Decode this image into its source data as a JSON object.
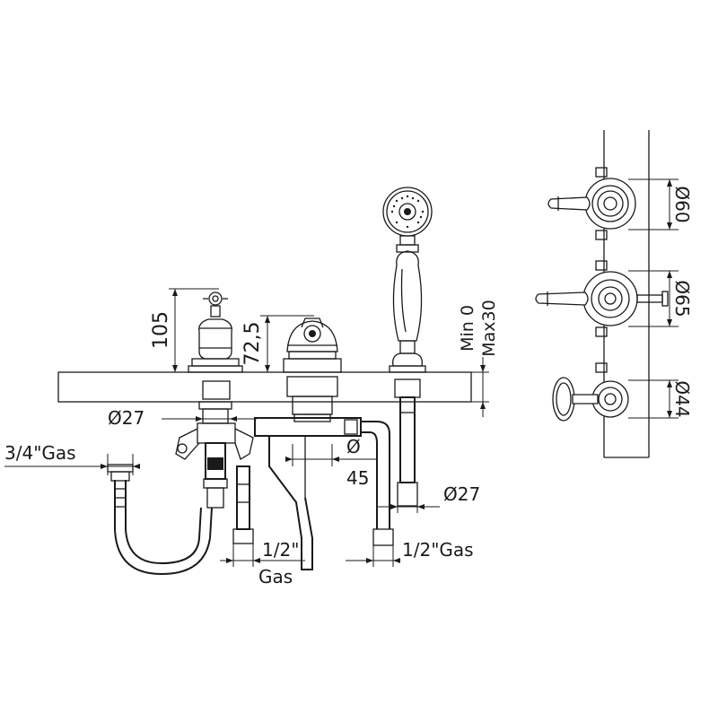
{
  "labels": {
    "d105": "105",
    "d72_5": "72,5",
    "min0": "Min 0",
    "max30": "Max30",
    "d27_left": "Ø27",
    "gas34": "3/4\"Gas",
    "dia_sym": "Ø",
    "d45": "45",
    "d27_right": "Ø27",
    "half_inch": "1/2\"",
    "gas": "Gas",
    "half_gas": "1/2\"Gas",
    "d60": "Ø60",
    "d65": "Ø65",
    "d44": "Ø44"
  },
  "colors": {
    "line": "#1a1a1a",
    "background": "#ffffff"
  }
}
